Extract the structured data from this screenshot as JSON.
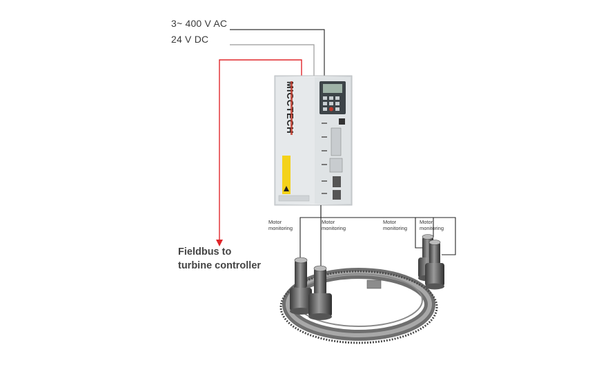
{
  "supply": {
    "ac_label": "3~ 400 V AC",
    "dc_label": "24 V DC"
  },
  "fieldbus": {
    "line1": "Fieldbus to",
    "line2": "turbine controller"
  },
  "drive": {
    "brand": "MICCTECH"
  },
  "motors": [
    {
      "label_line1": "Motor",
      "label_line2": "monitoring"
    },
    {
      "label_line1": "Motor",
      "label_line2": "monitoring"
    },
    {
      "label_line1": "Motor",
      "label_line2": "monitoring"
    },
    {
      "label_line1": "Motor",
      "label_line2": "monitoring"
    }
  ],
  "colors": {
    "ac_wire": "#333333",
    "dc_wire": "#999999",
    "fieldbus_wire": "#e0262a",
    "monitor_wire": "#222222"
  }
}
